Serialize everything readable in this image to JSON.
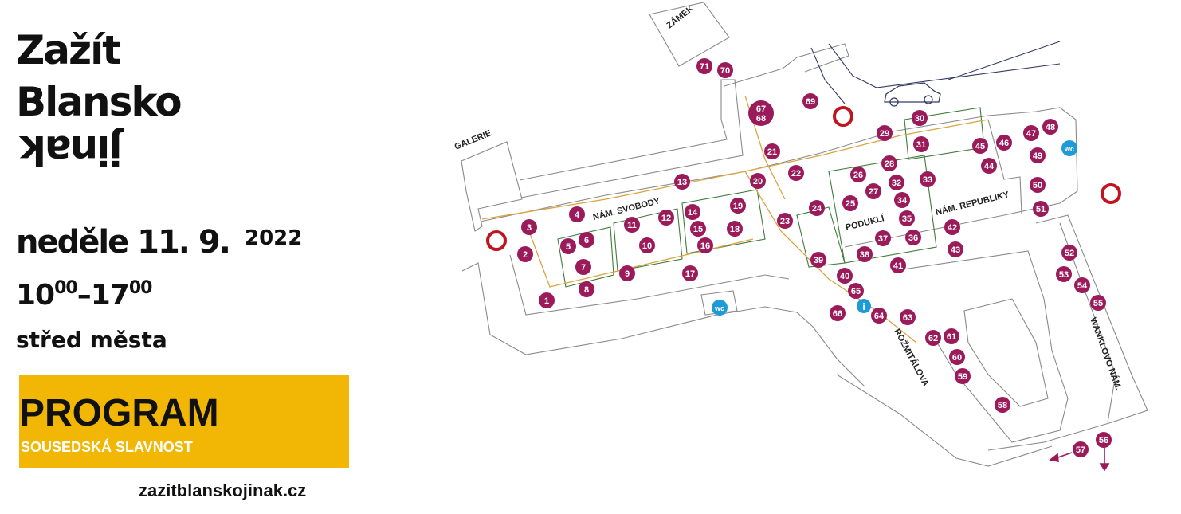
{
  "header": {
    "title_line1": "Zažít",
    "title_line2": "Blansko",
    "title_line3": "jinak",
    "date": "neděle 11. 9.",
    "year": "2022",
    "time_start_h": "10",
    "time_start_m": "00",
    "time_dash": "–",
    "time_end_h": "17",
    "time_end_m": "00",
    "place": "střed města"
  },
  "program": {
    "title": "PROGRAM",
    "subtitle": "SOUSEDSKÁ SLAVNOST"
  },
  "website": "zazitblanskojinak.cz",
  "colors": {
    "pin": "#9b1b5a",
    "accent_yellow": "#f2b705",
    "wc": "#1e9bd7",
    "entry_ring": "#c0141f",
    "route": "#d9a441",
    "green": "#3f7a3a"
  },
  "map": {
    "streets": {
      "zamek": "ZÁMEK",
      "galerie": "GALERIE",
      "nam_svobody": "NÁM. SVOBODY",
      "poduklí": "PODUKLÍ",
      "nam_republiky": "NÁM. REPUBLIKY",
      "rozmitalova": "ROŽMITÁLOVA",
      "wanklovo": "WANKLOVO NÁM."
    },
    "wc_label": "wc",
    "info_label": "i",
    "pins": [
      "1",
      "2",
      "3",
      "4",
      "5",
      "6",
      "7",
      "8",
      "9",
      "10",
      "11",
      "12",
      "13",
      "14",
      "15",
      "16",
      "17",
      "18",
      "19",
      "20",
      "21",
      "22",
      "23",
      "24",
      "25",
      "26",
      "27",
      "28",
      "29",
      "30",
      "31",
      "32",
      "33",
      "34",
      "35",
      "36",
      "37",
      "38",
      "39",
      "40",
      "41",
      "42",
      "43",
      "44",
      "45",
      "46",
      "47",
      "48",
      "49",
      "50",
      "51",
      "52",
      "53",
      "54",
      "55",
      "56",
      "57",
      "58",
      "59",
      "60",
      "61",
      "62",
      "63",
      "64",
      "65",
      "66",
      "67\n68",
      "69",
      "70",
      "71"
    ],
    "icons": [
      "car-icon",
      "arrow-down-icon",
      "arrow-left-icon",
      "entry-ring-icon",
      "wc-icon",
      "info-icon"
    ]
  }
}
